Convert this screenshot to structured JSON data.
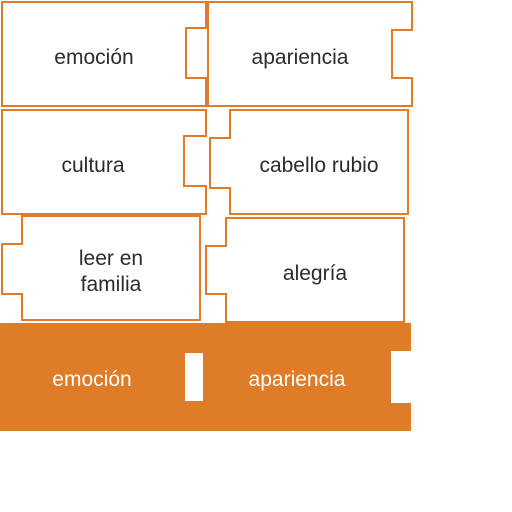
{
  "colors": {
    "accent": "#e07b28",
    "tile_fill": "#ffffff",
    "text": "#2b2b2b",
    "selected_text": "#ffffff"
  },
  "rows": [
    {
      "left": {
        "label": "emoción",
        "selected": false
      },
      "right": {
        "label": "apariencia",
        "selected": false
      }
    },
    {
      "left": {
        "label": "cultura",
        "selected": false
      },
      "right": {
        "label": "cabello rubio",
        "selected": false
      }
    },
    {
      "left": {
        "label": "leer en familia",
        "selected": false
      },
      "right": {
        "label": "alegría",
        "selected": false
      }
    },
    {
      "left": {
        "label": "emoción",
        "selected": true
      },
      "right": {
        "label": "apariencia",
        "selected": true
      }
    }
  ]
}
